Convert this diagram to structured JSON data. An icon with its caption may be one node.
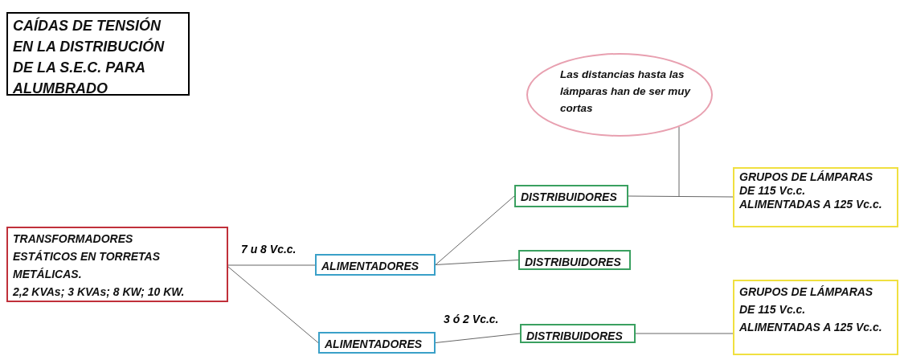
{
  "diagram": {
    "nodes": [
      {
        "text": [
          "CAÍDAS DE TENSIÓN EN LA DISTRIBUCIÓN DE LA S.E.C. PARA ALUMBRADO"
        ]
      },
      {
        "text": [
          "Las distancias hasta las lámparas han de ser muy cortas"
        ]
      },
      {
        "text": [
          "TRANSFORMADORES ESTÁTICOS EN TORRETAS METÁLICAS.",
          "2,2 KVAs; 3 KVAs; 8 KW; 10 KW."
        ]
      },
      {
        "text": [
          "ALIMENTADORES"
        ]
      },
      {
        "text": [
          "DISTRIBUIDORES"
        ]
      },
      {
        "text": [
          "GRUPOS DE LÁMPARAS DE 115 Vc.c. ALIMENTADAS A 125 Vc.c."
        ]
      },
      {
        "text": [
          "DISTRIBUIDORES"
        ]
      },
      {
        "text": [
          "ALIMENTADORES"
        ]
      },
      {
        "text": [
          "DISTRIBUIDORES"
        ]
      },
      {
        "text": [
          "GRUPOS DE LÁMPARAS DE 115 Vc.c. ALIMENTADAS A 125 Vc.c."
        ]
      }
    ],
    "edges": [
      {
        "from": 2,
        "to": 3,
        "arrow": "none",
        "label": "7 u 8 Vc.c."
      },
      {
        "from": 2,
        "to": 7,
        "arrow": "none"
      },
      {
        "from": 3,
        "to": 4,
        "arrow": "none"
      },
      {
        "from": 3,
        "to": 6,
        "arrow": "none"
      },
      {
        "from": 4,
        "to": 5,
        "arrow": "none"
      },
      {
        "from": 1,
        "to": null,
        "arrow": "none"
      },
      {
        "from": 7,
        "to": 8,
        "arrow": "none",
        "label": "3 ó 2 Vc.c."
      },
      {
        "from": 8,
        "to": 9,
        "arrow": "none"
      }
    ]
  }
}
